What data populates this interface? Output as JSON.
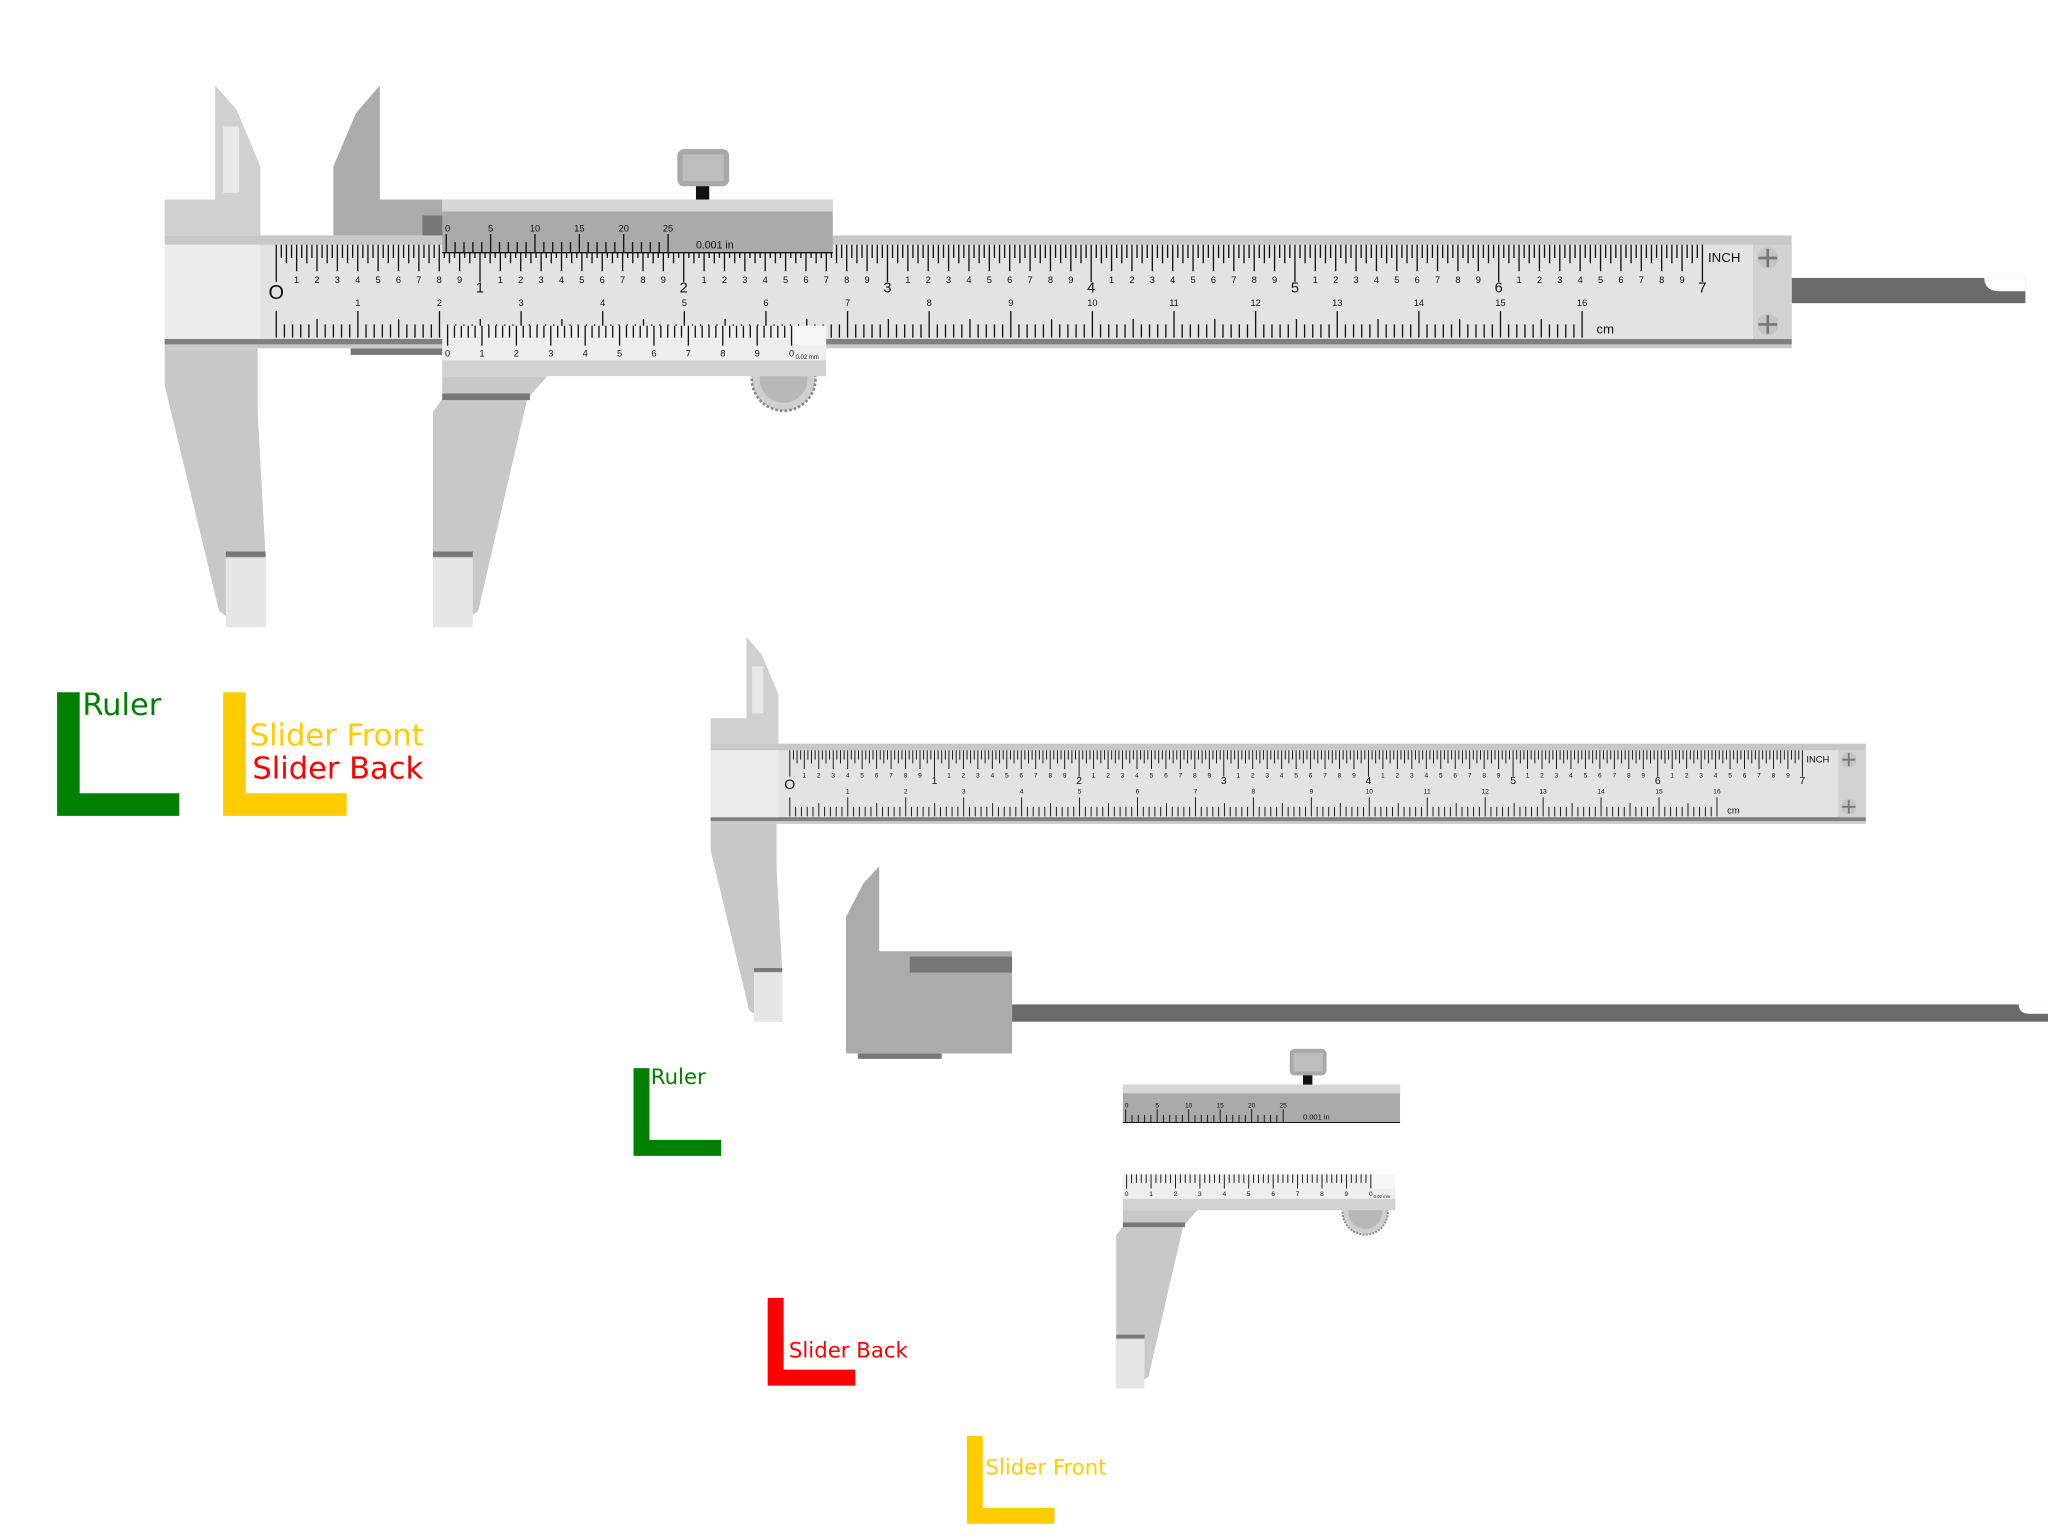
{
  "colors": {
    "ruler": "#008000",
    "slider_front": "#ffcc00",
    "slider_back": "#ff0000",
    "metal_light": "#e3e3e3",
    "metal_mid": "#c8c8c8",
    "metal_dark": "#aaaaaa",
    "rod": "#6b6b6b"
  },
  "caliper": {
    "zero_label": "O",
    "inch_unit": "INCH",
    "cm_unit": "cm",
    "inch_labels": [
      "1",
      "2",
      "3",
      "4",
      "5",
      "6",
      "7"
    ],
    "tenth_labels": [
      "1",
      "2",
      "3",
      "4",
      "5",
      "6",
      "7",
      "8",
      "9"
    ],
    "cm_labels": [
      "1",
      "2",
      "3",
      "4",
      "5",
      "6",
      "7",
      "8",
      "9",
      "10",
      "11",
      "12",
      "13",
      "14",
      "15",
      "16"
    ],
    "vernier_inch_labels": [
      "0",
      "5",
      "10",
      "15",
      "20",
      "25"
    ],
    "vernier_inch_unit": "0.001 in",
    "vernier_mm_labels": [
      "0",
      "1",
      "2",
      "3",
      "4",
      "5",
      "6",
      "7",
      "8",
      "9",
      "0"
    ],
    "vernier_mm_unit": "0.02 mm"
  },
  "legend": {
    "ruler": "Ruler",
    "slider_front": "Slider Front",
    "slider_back": "Slider Back"
  },
  "exploded_labels": {
    "ruler": "Ruler",
    "slider_back": "Slider Back",
    "slider_front": "Slider Front"
  }
}
